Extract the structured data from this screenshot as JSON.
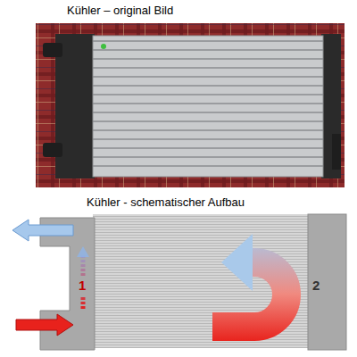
{
  "diagram": {
    "labels": [
      "Kühler – original Bild",
      "Kühler - schematischer Aufbau",
      "1",
      "2"
    ]
  }
}
